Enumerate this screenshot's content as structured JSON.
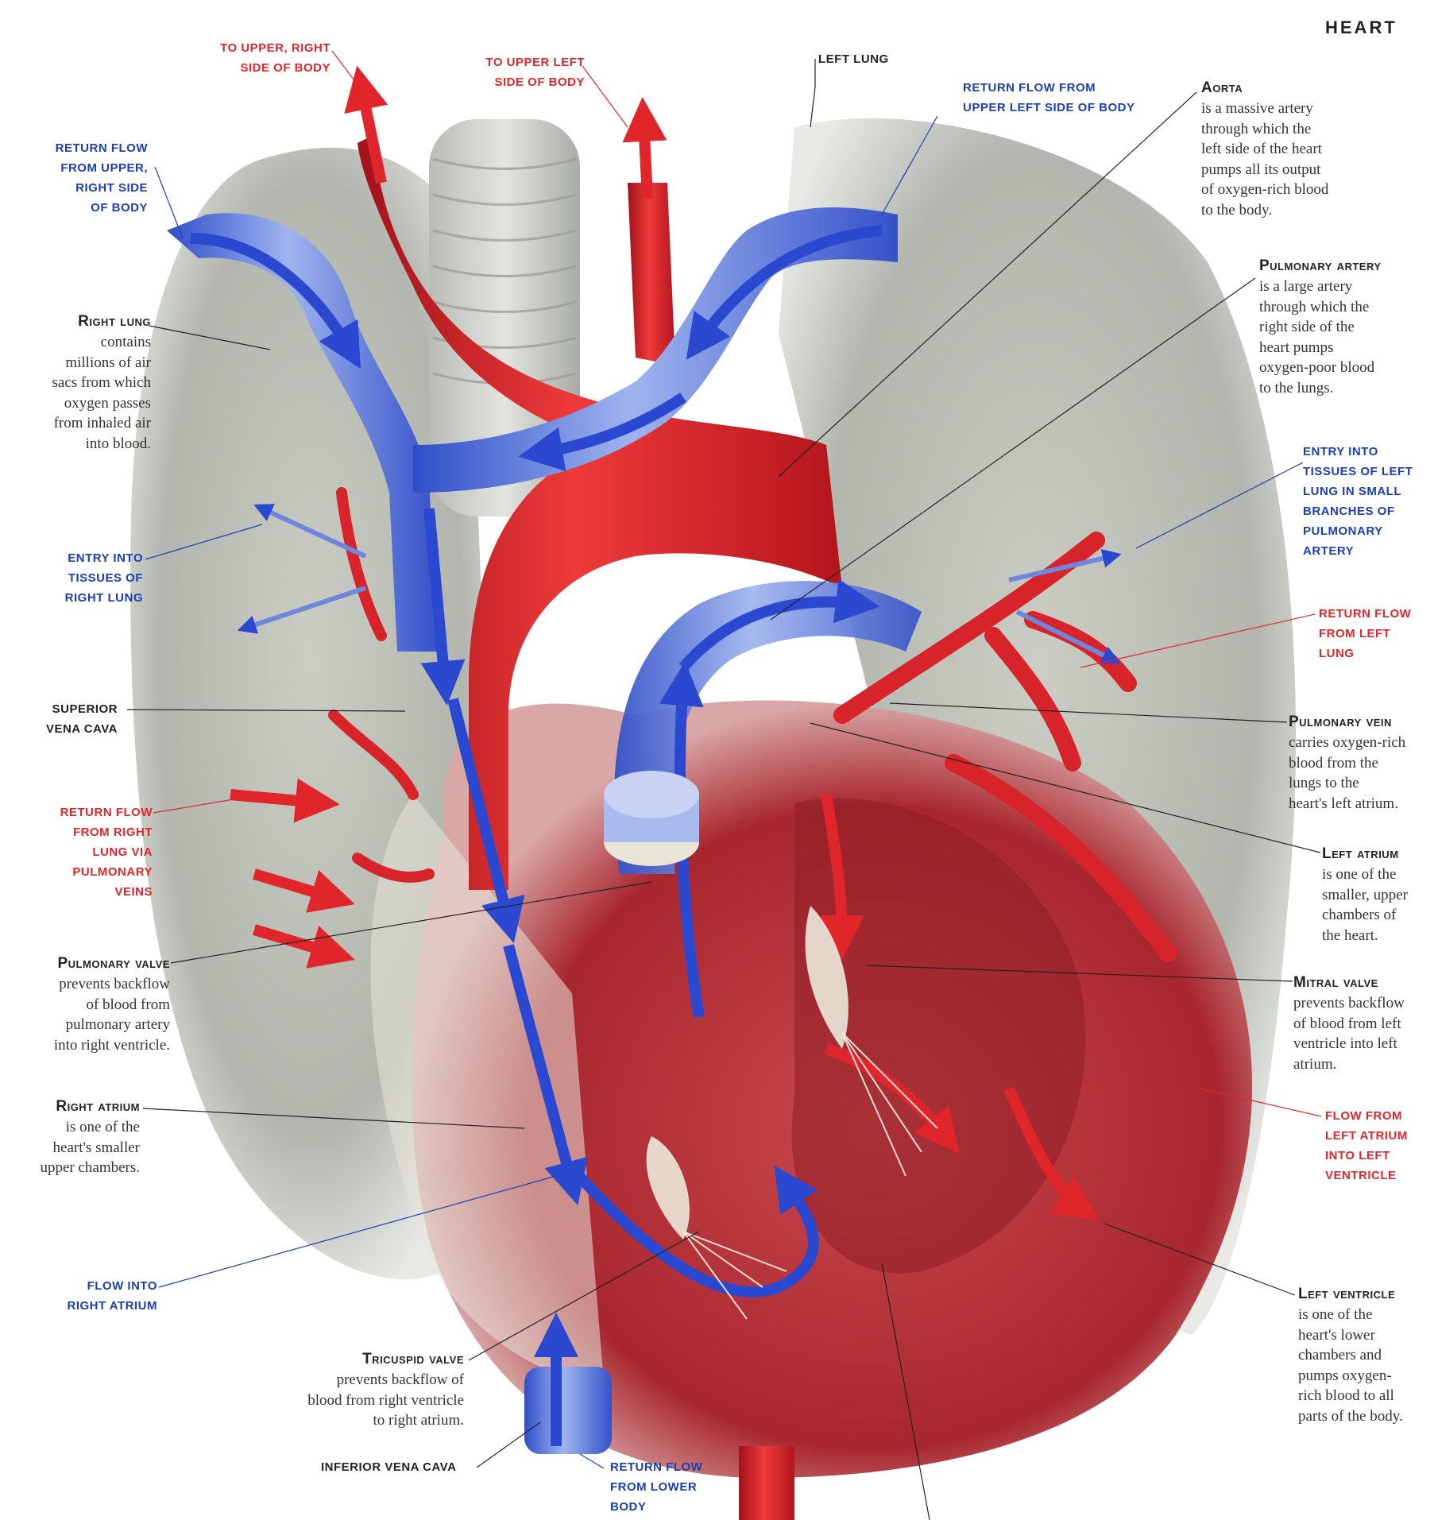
{
  "header": {
    "title": "HEART"
  },
  "labels": {
    "to_upper_right": "TO UPPER, RIGHT\nSIDE OF BODY",
    "to_upper_left": "TO UPPER LEFT\nSIDE OF BODY",
    "left_lung": "LEFT LUNG",
    "return_upper_left": "RETURN FLOW FROM\nUPPER LEFT SIDE OF BODY",
    "return_upper_right": "RETURN FLOW\nFROM UPPER,\nRIGHT SIDE\nOF BODY",
    "aorta_title": "Aorta",
    "aorta_desc": "is a massive artery\nthrough which the\nleft side of the heart\npumps all its output\nof oxygen-rich blood\nto the body.",
    "pulmonary_artery_title": "Pulmonary artery",
    "pulmonary_artery_desc": "is a large artery\nthrough which the\nright side of the\nheart pumps\noxygen-poor blood\nto the lungs.",
    "right_lung_title": "Right lung",
    "right_lung_desc": "contains\nmillions of air\nsacs from which\noxygen passes\nfrom inhaled air\ninto blood.",
    "entry_left_lung": "ENTRY INTO\nTISSUES OF LEFT\nLUNG IN SMALL\nBRANCHES OF\nPULMONARY\nARTERY",
    "entry_right_lung": "ENTRY INTO\nTISSUES OF\nRIGHT LUNG",
    "return_left_lung": "RETURN FLOW\nFROM LEFT\nLUNG",
    "superior_vena_cava": "SUPERIOR\nVENA CAVA",
    "pulmonary_vein_title": "Pulmonary vein",
    "pulmonary_vein_desc": "carries oxygen-rich\nblood from the\nlungs to the\nheart's left atrium.",
    "return_right_lung": "RETURN FLOW\nFROM RIGHT\nLUNG VIA\nPULMONARY\nVEINS",
    "left_atrium_title": "Left atrium",
    "left_atrium_desc": "is one of the\nsmaller, upper\nchambers of\nthe heart.",
    "pulmonary_valve_title": "Pulmonary valve",
    "pulmonary_valve_desc": "prevents backflow\nof blood from\npulmonary artery\ninto right ventricle.",
    "mitral_valve_title": "Mitral valve",
    "mitral_valve_desc": "prevents backflow\nof blood from left\nventricle into left\natrium.",
    "right_atrium_title": "Right atrium",
    "right_atrium_desc": "is one of the\nheart's smaller\nupper chambers.",
    "flow_left_atrium": "FLOW FROM\nLEFT ATRIUM\nINTO LEFT\nVENTRICLE",
    "flow_right_atrium": "FLOW INTO\nRIGHT ATRIUM",
    "left_ventricle_title": "Left ventricle",
    "left_ventricle_desc": "is one of the\nheart's lower\nchambers and\npumps oxygen-\nrich blood to all\nparts of the body.",
    "tricuspid_title": "Tricuspid valve",
    "tricuspid_desc": "prevents backflow of\nblood from right ventricle\nto right atrium.",
    "inferior_vena_cava": "INFERIOR VENA CAVA",
    "return_lower_body": "RETURN FLOW\nFROM LOWER\nBODY"
  },
  "colors": {
    "artery_red": "#e0262b",
    "vein_blue": "#3b5fd6",
    "label_blue": "#1b3fb0",
    "lung_gray": "#b8bcb4",
    "muscle_red": "#b8323a"
  }
}
